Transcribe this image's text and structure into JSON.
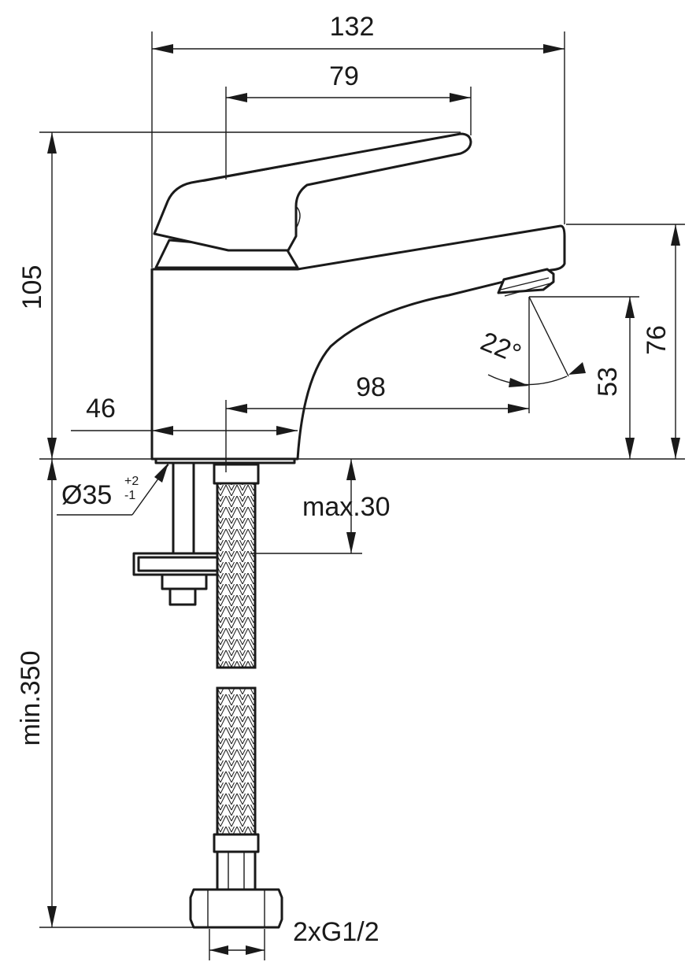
{
  "dimensions": {
    "total_width": "132",
    "lever_width": "79",
    "total_height": "105",
    "spout_height": "76",
    "outlet_height": "53",
    "spout_angle": "22°",
    "spout_reach": "98",
    "base_offset": "46",
    "hole_diameter": "Ø35",
    "hole_tol_plus": "+2",
    "hole_tol_minus": "-1",
    "max_thickness": "max.30",
    "min_hose_length": "min.350",
    "connection": "2xG1/2"
  },
  "colors": {
    "line": "#1a1a1a",
    "background": "#ffffff"
  }
}
